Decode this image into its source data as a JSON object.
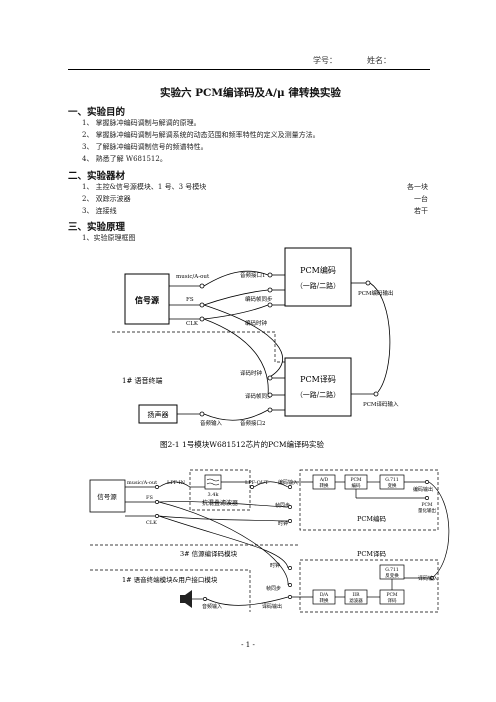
{
  "header": {
    "student_id_label": "学号：",
    "name_label": "姓名："
  },
  "title": "实验六  PCM编译码及A/μ 律转换实验",
  "sections": {
    "s1": {
      "title": "一、实验目的",
      "items": [
        "1、  掌握脉冲编码调制与解调的原理。",
        "2、  掌握脉冲编码调制与解调系统的动态范围和频率特性的定义及测量方法。",
        "3、  了解脉冲编码调制信号的频谱特性。",
        "4、  熟悉了解 W681512。"
      ]
    },
    "s2": {
      "title": "二、实验器材",
      "items": [
        {
          "name": "1、  主控&信号源模块、1 号、3 号模块",
          "qty": "各一块"
        },
        {
          "name": "2、  双踪示波器",
          "qty": "一台"
        },
        {
          "name": "3、  连接线",
          "qty": "若干"
        }
      ]
    },
    "s3": {
      "title": "三、实验原理",
      "sub": "1、实验原理框图"
    }
  },
  "fig1": {
    "signal_source": "信号源",
    "music_out": "music/A-out",
    "fs": "FS",
    "clk": "CLK",
    "audio_in1": "音频接口1",
    "enc_fs": "编码帧同步",
    "enc_clk": "编码时钟",
    "pcm_encoder": "PCM编码",
    "channel1": "（一路/二路）",
    "pcm_enc_out": "PCM编码输出",
    "terminal": "1# 语音终端",
    "dec_clk": "译码时钟",
    "dec_fs": "译码帧同步",
    "pcm_decoder": "PCM译码",
    "channel2": "（一路/二路）",
    "pcm_dec_in": "PCM译码输入",
    "speaker": "扬声器",
    "audio_input": "音频输入",
    "audio_if2": "音频接口2",
    "caption": "图2-1   1号模块W681512芯片的PCM编译码实验"
  },
  "fig2": {
    "signal_source": "信号源",
    "music_out": "music/A-out",
    "lpf_in": "LPF-IN",
    "lpf_out": "LPF-OUT",
    "filter_freq": "3.4k",
    "filter_name": "抗混叠滤波器",
    "enc_in": "编码输入",
    "fs": "FS",
    "clk": "CLK",
    "frame_sync": "帧同步",
    "clock": "时钟",
    "ad_title": "A/D",
    "ad_sub": "转换",
    "pcm_title": "PCM",
    "pcm_enc_sub": "编码",
    "g711_title": "G.711",
    "g711_enc_sub": "变换",
    "enc_out": "编码输出",
    "pcm_quant_title": "PCM",
    "pcm_quant_sub": "量化输出",
    "pcm_enc_label": "PCM编码",
    "module3": "3# 信源编译码模块",
    "pcm_dec_label": "PCM译码",
    "clock2": "时钟",
    "frame_sync2": "帧同步",
    "g711_dec_title": "G.711",
    "g711_dec_sub": "反变换",
    "dec_in": "译码输入",
    "terminal_if": "1# 语音终端模块&用户接口模块",
    "da_title": "D/A",
    "da_sub": "转换",
    "iir_title": "IIR",
    "iir_sub": "滤波器",
    "pcm_dec_title": "PCM",
    "pcm_dec_sub": "译码",
    "audio_in": "音频输入",
    "dec_out": "译码输出"
  },
  "page_number": "- 1 -"
}
